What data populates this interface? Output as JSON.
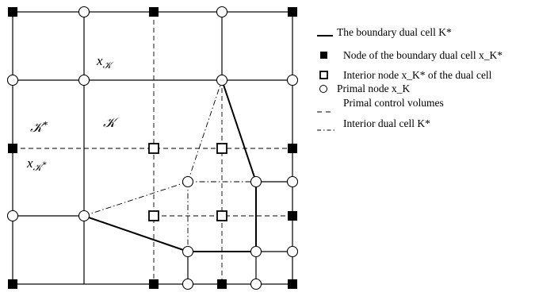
{
  "colors": {
    "ink": "#000000",
    "paper": "#ffffff"
  },
  "cell_labels": {
    "primal_node_top": "x_K",
    "dual_cell": "K*",
    "primal_cell": "K",
    "dual_node_left": "x_K*"
  },
  "legend": [
    {
      "key": "boundary-dual-cell",
      "symbol": "solid-line",
      "text": "The boundary dual cell K*"
    },
    {
      "key": "boundary-node",
      "symbol": "filled-square",
      "text": "Node of the boundary dual cell x_K*"
    },
    {
      "key": "interior-node",
      "symbol": "hollow-square",
      "text": "Interior node x_K* of the dual cell"
    },
    {
      "key": "primal-node",
      "symbol": "hollow-circle",
      "text": "Primal node x_K"
    },
    {
      "key": "primal-control-volumes",
      "symbol": "dashed-line",
      "text": "Primal control volumes"
    },
    {
      "key": "interior-dual-cell",
      "symbol": "dash-dot-line",
      "text": "Interior dual cell K*"
    }
  ],
  "icons": {
    "boundary-node": "filled-square-icon",
    "interior-node": "hollow-square-icon",
    "primal-node": "hollow-circle-icon"
  }
}
